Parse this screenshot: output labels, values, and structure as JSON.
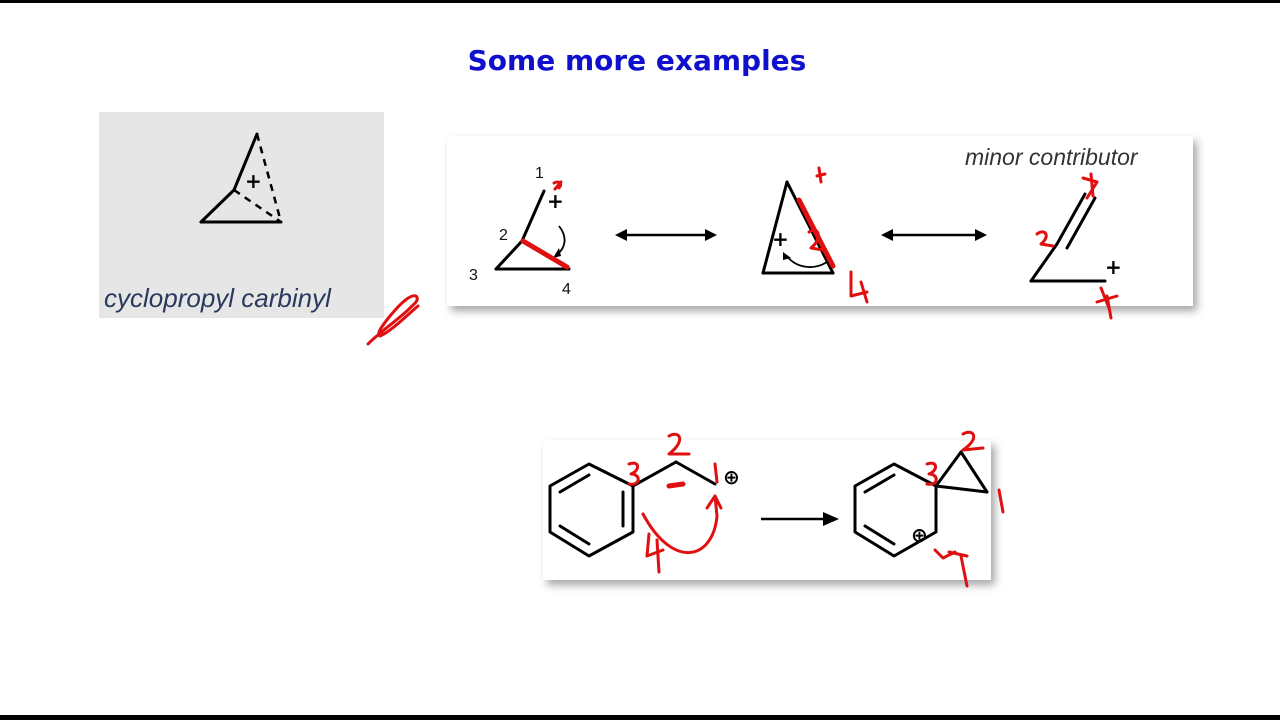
{
  "slide": {
    "title": "Some more examples"
  },
  "card": {
    "caption": "cyclopropyl carbinyl"
  },
  "resonance": {
    "minor_label": "minor contributor",
    "atom_labels": [
      "1",
      "2",
      "3",
      "4"
    ],
    "charge_symbol": "+"
  },
  "rearrangement": {
    "charge_symbol": "⊕"
  },
  "colors": {
    "title": "#1010cc",
    "annotation_ink": "#e01010",
    "caption": "#2a3a5c"
  }
}
